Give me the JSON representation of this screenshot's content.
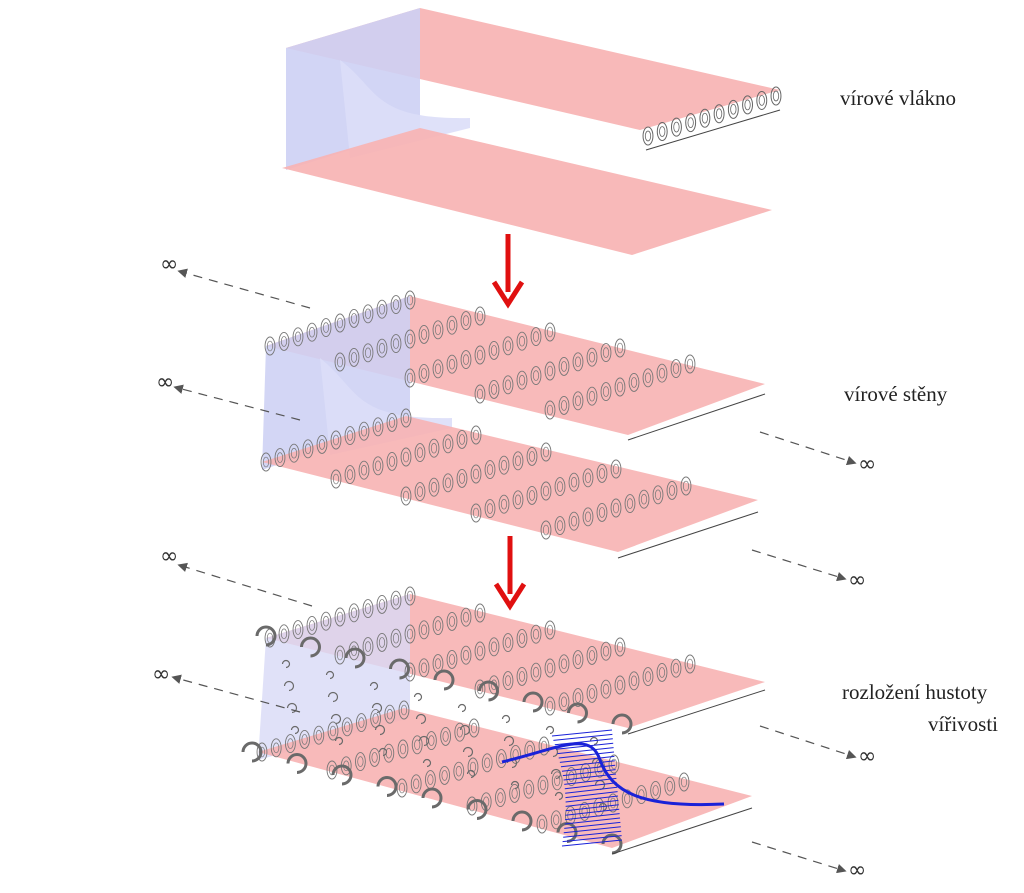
{
  "labels": {
    "filament": "vírové vlákno",
    "walls": "vírové stěny",
    "density_line1": "rozložení hustoty",
    "density_line2": "vířivosti"
  },
  "infinity_symbol": "∞",
  "colors": {
    "sheet_fill": "#f6a8a8",
    "sheet_edge": "#e8b0b0",
    "side_fill": "#c9ccf2",
    "arrow": "#e01010",
    "profile": "#1a22d8",
    "vortex_gray": "#777777",
    "dashed_line": "#555555"
  }
}
